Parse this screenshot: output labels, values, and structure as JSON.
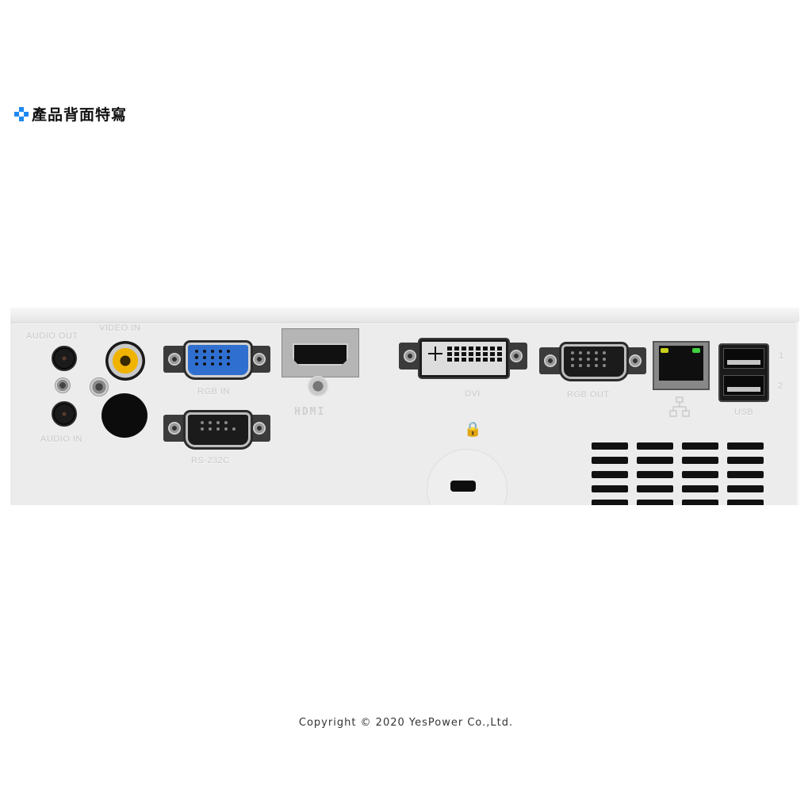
{
  "header": {
    "title": "產品背面特寫",
    "icon": "blue-cross-bullet-icon",
    "accent_color": "#1e88f0"
  },
  "panel": {
    "description": "Projector rear I/O panel",
    "labels": {
      "audio_out": "AUDIO OUT",
      "video_in": "VIDEO IN",
      "audio_in": "AUDIO IN",
      "rgb_in": "RGB IN",
      "rs232c": "RS-232C",
      "hdmi": "HDMI",
      "dvi": "DVI",
      "rgb_out": "RGB OUT",
      "usb": "USB",
      "usb_port_1": "1",
      "usb_port_2": "2"
    },
    "colors": {
      "rgb_in_connector": "#2f6fd0",
      "video_in_rca": "#f0b400",
      "lan_led_left": "#c9d21a",
      "lan_led_right": "#3fd13f"
    }
  },
  "footer": {
    "copyright": "Copyright © 2020 YesPower Co.,Ltd."
  }
}
